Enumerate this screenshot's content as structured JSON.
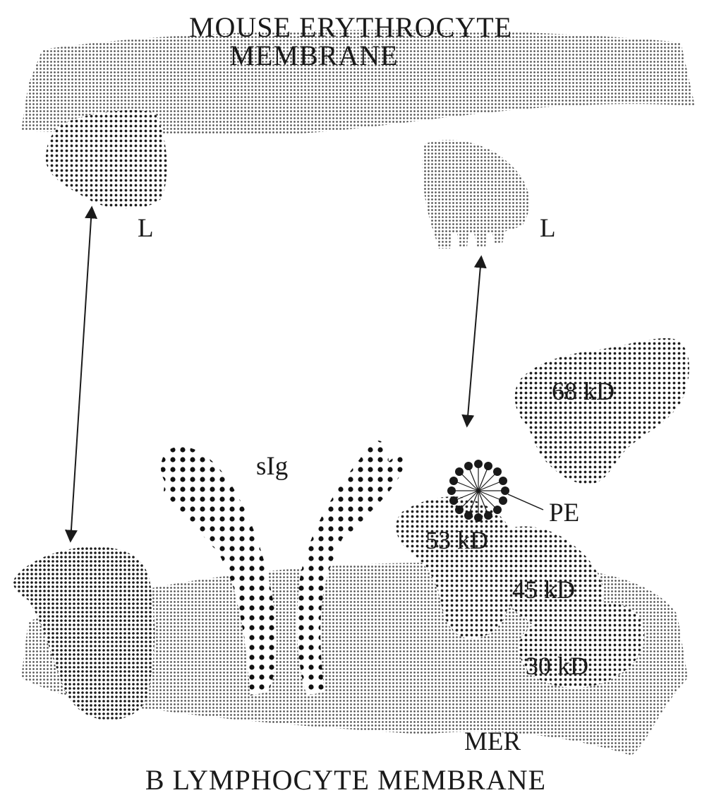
{
  "top_title": {
    "line1": "MOUSE ERYTHROCYTE",
    "line2": "MEMBRANE"
  },
  "bottom_title": "B LYMPHOCYTE MEMBRANE",
  "labels": {
    "ligand_left": "L",
    "ligand_right": "L",
    "sig": "sIg",
    "pe": "PE",
    "p53": "53 kD",
    "p45": "45 kD",
    "p30": "30 kD",
    "p68": "68 kD",
    "mer": "MER"
  },
  "colors": {
    "ink": "#1a1a1a",
    "membrane_dots": "#555555",
    "dense_dots": "#1a1a1a"
  }
}
